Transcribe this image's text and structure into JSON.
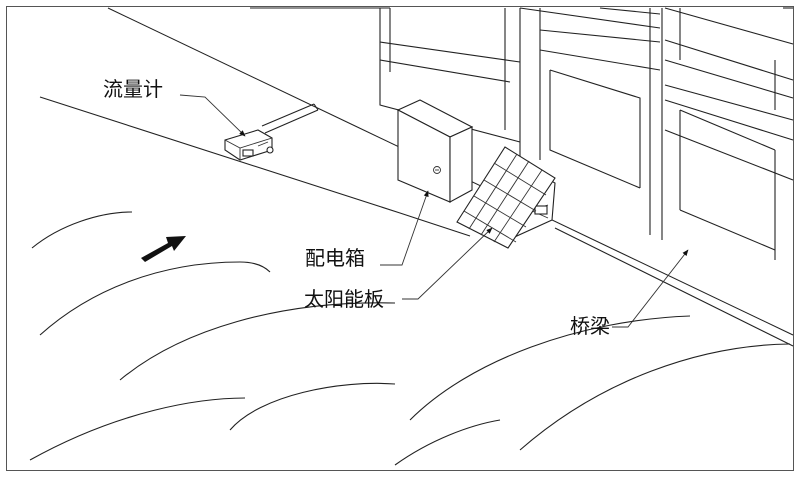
{
  "labels": {
    "flow_meter": "流量计",
    "power_box": "配电箱",
    "solar_panel": "太阳能板",
    "bridge": "桥梁"
  }
}
